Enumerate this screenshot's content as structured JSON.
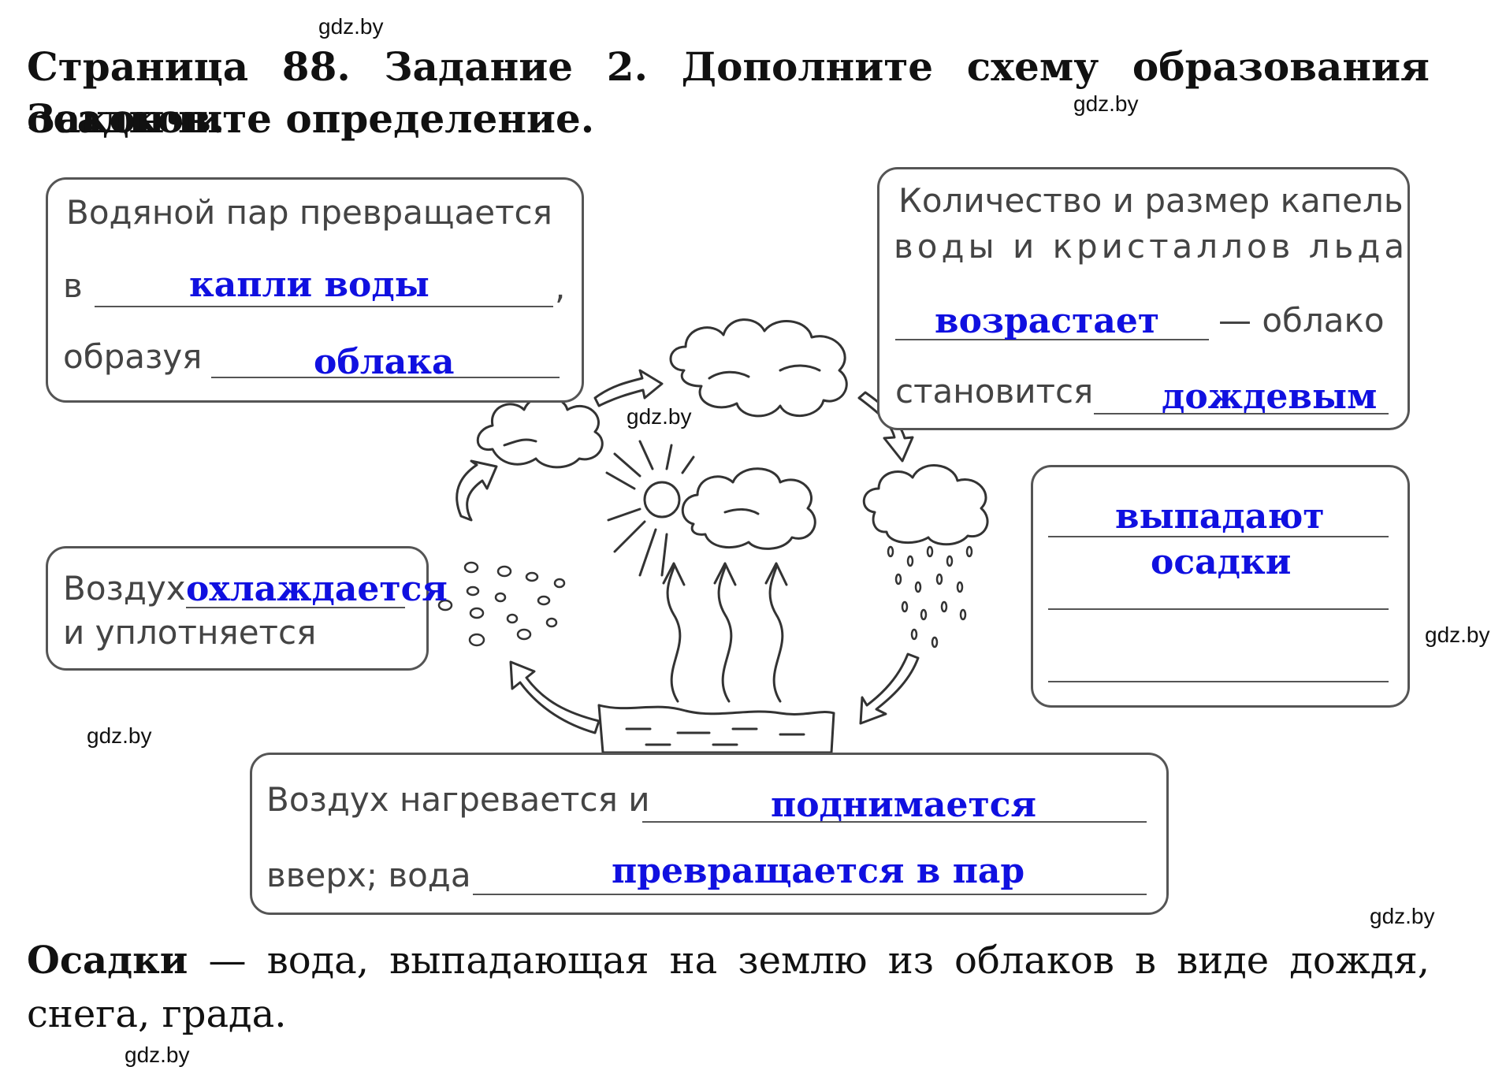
{
  "watermark": "gdz.by",
  "heading": {
    "line1": "Страница 88. Задание 2. Дополните схему образования осадков.",
    "line2": "Закончите определение."
  },
  "box_vapor": {
    "text1": "Водяной пар превращается",
    "prefix": "в",
    "answer1": "капли воды",
    "comma": ",",
    "text2": "образуя",
    "answer2": "облака"
  },
  "box_drops": {
    "text1": "Количество и размер капель",
    "text2": "воды и кристаллов льда",
    "answer1": "возрастает",
    "suffix": "— облако",
    "text3": "становится",
    "answer2": "дождевым"
  },
  "box_air_cool": {
    "prefix": "Воздух",
    "answer": "охлаждается",
    "text2": "и уплотняется"
  },
  "box_fall": {
    "answer1": "выпадают",
    "answer2": "осадки"
  },
  "box_air_heat": {
    "text1": "Воздух нагревается и",
    "answer1": "поднимается",
    "text2": "вверх; вода",
    "answer2": "превращается в пар"
  },
  "definition": {
    "term": "Осадки",
    "rest_line1": " — вода, выпадающая на землю из облаков в виде дождя,",
    "line2": "снега, града."
  }
}
